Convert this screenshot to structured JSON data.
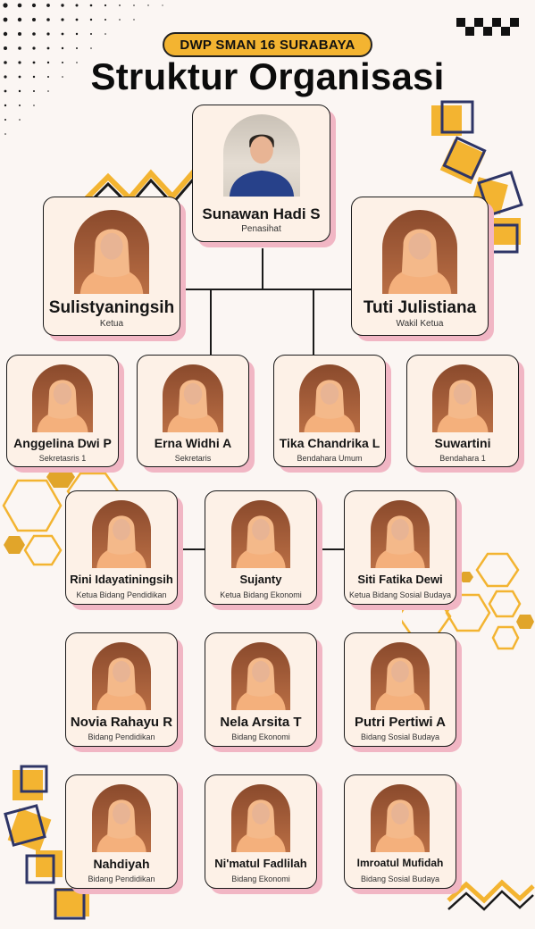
{
  "header": {
    "org": "DWP SMAN 16 SURABAYA",
    "title": "Struktur Organisasi"
  },
  "members": {
    "penasihat": {
      "name": "Sunawan Hadi S",
      "role": "Penasihat"
    },
    "ketua": {
      "name": "Sulistyaningsih",
      "role": "Ketua"
    },
    "wakil": {
      "name": "Tuti Julistiana",
      "role": "Wakil Ketua"
    },
    "sekretaris1": {
      "name": "Anggelina Dwi P",
      "role": "Sekretasris 1"
    },
    "sekretaris": {
      "name": "Erna Widhi A",
      "role": "Sekretaris"
    },
    "bendahara_umum": {
      "name": "Tika Chandrika L",
      "role": "Bendahara Umum"
    },
    "bendahara1": {
      "name": "Suwartini",
      "role": "Bendahara 1"
    },
    "kb_pendidikan": {
      "name": "Rini Idayatiningsih",
      "role": "Ketua Bidang Pendidikan"
    },
    "kb_ekonomi": {
      "name": "Sujanty",
      "role": "Ketua Bidang Ekonomi"
    },
    "kb_sosbud": {
      "name": "Siti Fatika Dewi",
      "role": "Ketua Bidang Sosial Budaya"
    },
    "b_pendidikan_1": {
      "name": "Novia Rahayu R",
      "role": "Bidang Pendidikan"
    },
    "b_ekonomi_1": {
      "name": "Nela Arsita T",
      "role": "Bidang Ekonomi"
    },
    "b_sosbud_1": {
      "name": "Putri Pertiwi A",
      "role": "Bidang Sosial Budaya"
    },
    "b_pendidikan_2": {
      "name": "Nahdiyah",
      "role": "Bidang Pendidikan"
    },
    "b_ekonomi_2": {
      "name": "Ni'matul Fadlilah",
      "role": "Bidang Ekonomi"
    },
    "b_sosbud_2": {
      "name": "Imroatul Mufidah",
      "role": "Bidang Sosial Budaya"
    }
  },
  "colors": {
    "accent": "#f3b431",
    "card": "#fdf1e7",
    "shadow": "#f1b6c4",
    "navy": "#2e3566"
  }
}
